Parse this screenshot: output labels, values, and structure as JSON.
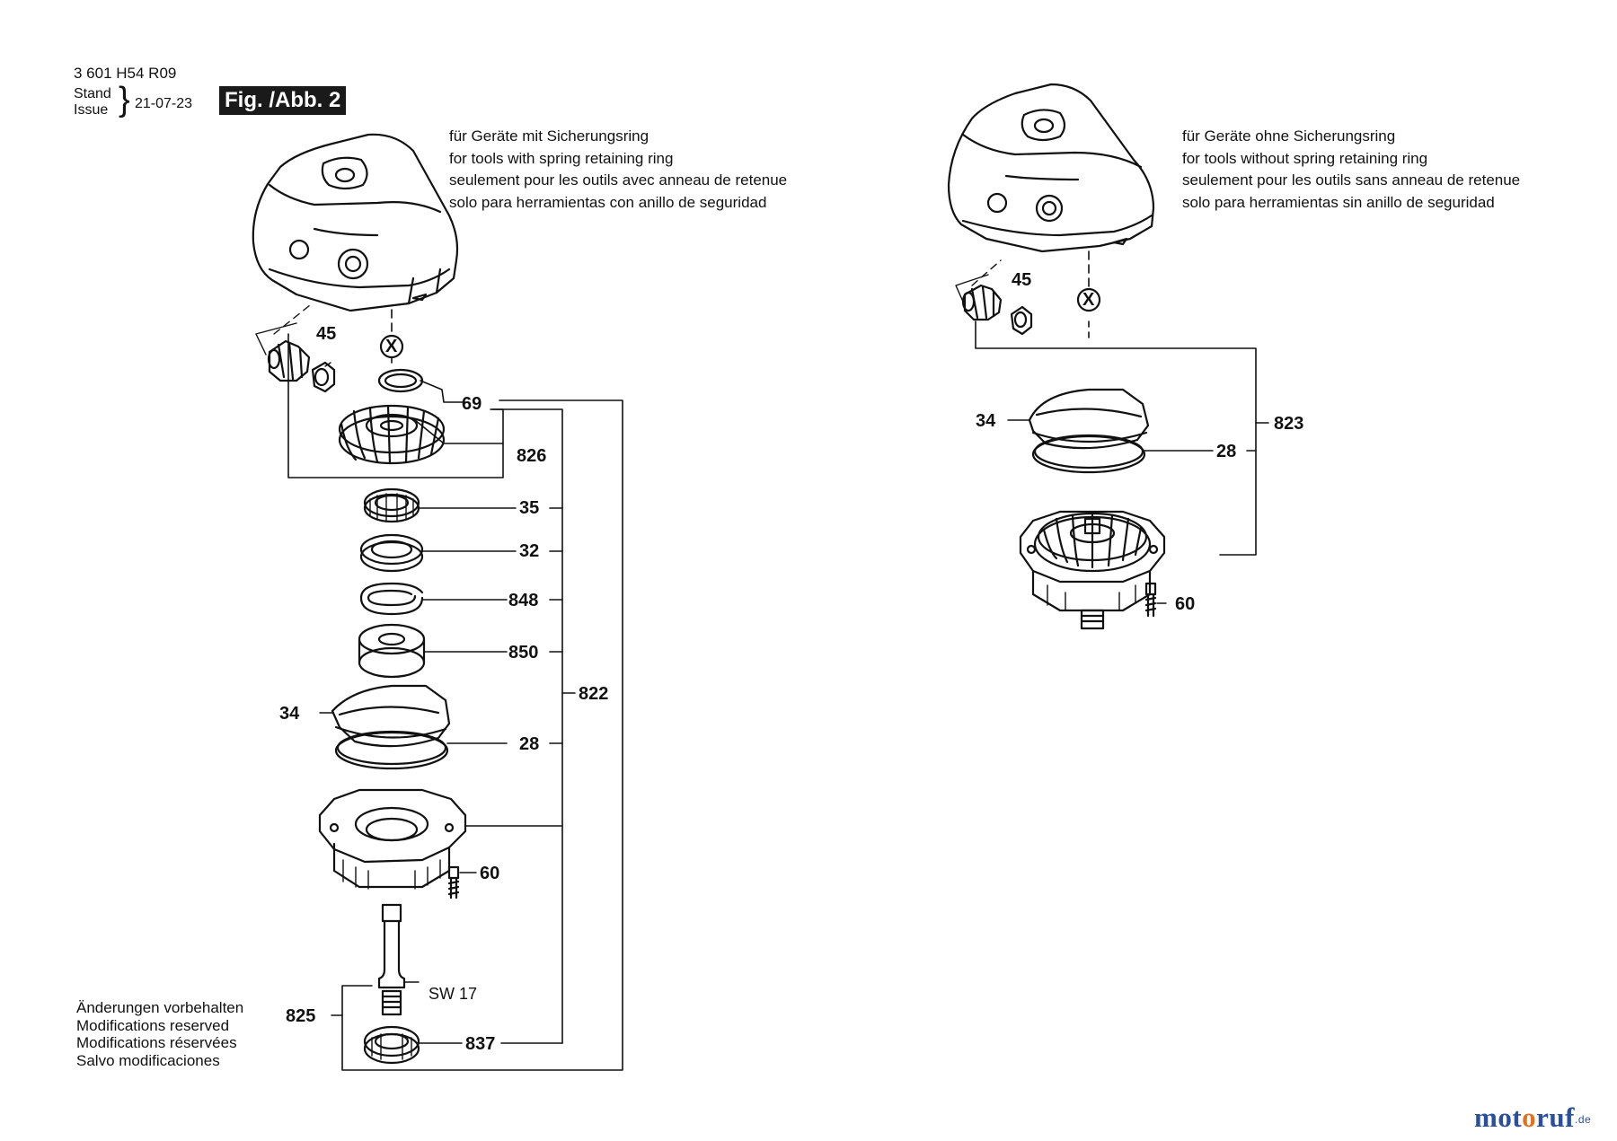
{
  "header": {
    "doc_number": "3 601 H54 R09",
    "stand_label": "Stand",
    "issue_label": "Issue",
    "date": "21-07-23",
    "figure_tag": "Fig. /Abb. 2"
  },
  "variant_left": {
    "note_lines": [
      "für Geräte mit Sicherungsring",
      "for tools with spring retaining ring",
      "seulement pour les outils avec anneau de retenue",
      "solo para herramientas con anillo de seguridad"
    ],
    "marker": "X",
    "parts": {
      "p45": "45",
      "p69": "69",
      "p826": "826",
      "p35": "35",
      "p32": "32",
      "p848": "848",
      "p850": "850",
      "p822": "822",
      "p34": "34",
      "p28": "28",
      "p60": "60",
      "p825": "825",
      "sw17": "SW 17",
      "p837": "837"
    }
  },
  "variant_right": {
    "note_lines": [
      "für Geräte ohne Sicherungsring",
      "for tools without spring retaining ring",
      "seulement pour les outils sans anneau de retenue",
      "solo para herramientas sin anillo de seguridad"
    ],
    "marker": "X",
    "parts": {
      "p45": "45",
      "p34": "34",
      "p823": "823",
      "p28": "28",
      "p60": "60"
    }
  },
  "footer_notes": [
    "Änderungen vorbehalten",
    "Modifications reserved",
    "Modifications réservées",
    "Salvo modificaciones"
  ],
  "watermark": {
    "main": "motoruf",
    "suffix": ".de"
  },
  "colors": {
    "ink": "#111111",
    "paper": "#ffffff",
    "logo_blue": "#2a4f9c",
    "logo_orange": "#e0731f"
  }
}
